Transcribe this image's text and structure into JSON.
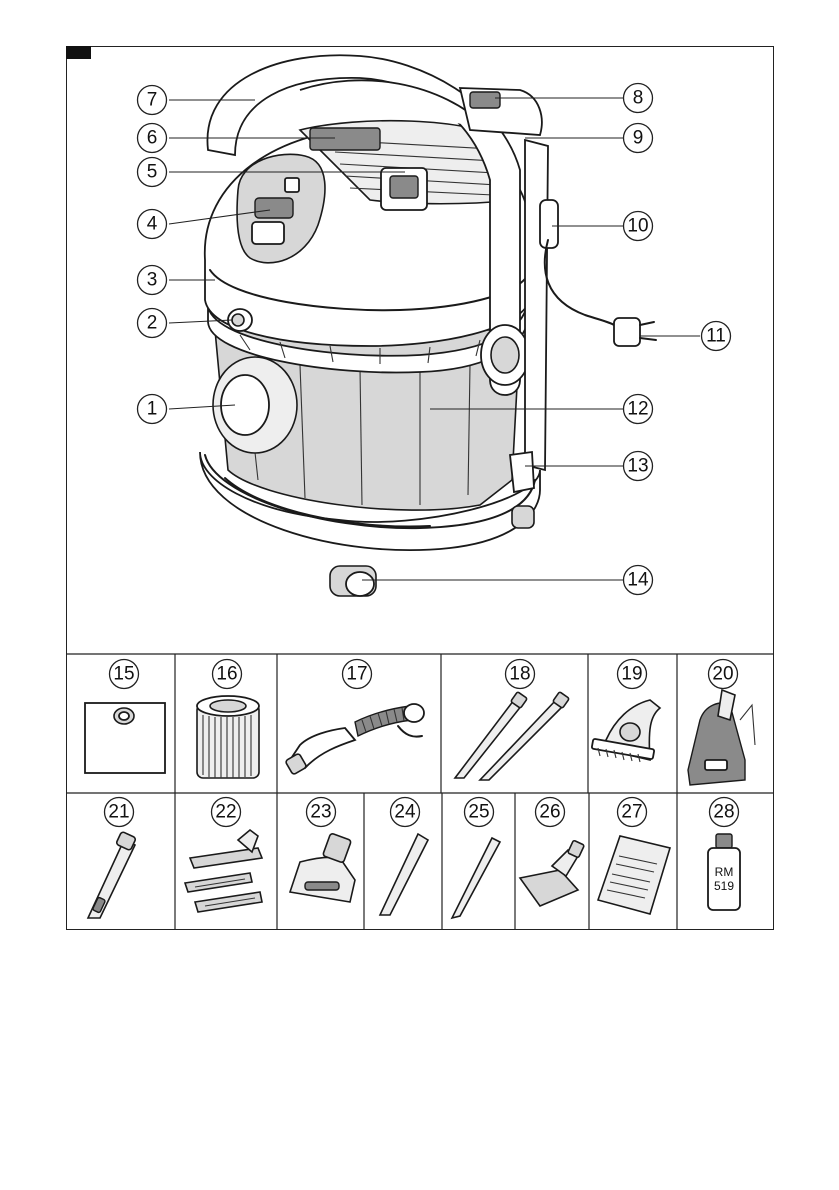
{
  "main_callouts": [
    {
      "n": "1"
    },
    {
      "n": "2"
    },
    {
      "n": "3"
    },
    {
      "n": "4"
    },
    {
      "n": "5"
    },
    {
      "n": "6"
    },
    {
      "n": "7"
    },
    {
      "n": "8"
    },
    {
      "n": "9"
    },
    {
      "n": "10"
    },
    {
      "n": "11"
    },
    {
      "n": "12"
    },
    {
      "n": "13"
    },
    {
      "n": "14"
    }
  ],
  "accessories": [
    {
      "n": "15",
      "icon": "filter-bag-icon"
    },
    {
      "n": "16",
      "icon": "cartridge-filter-icon"
    },
    {
      "n": "17",
      "icon": "spray-suction-hose-icon"
    },
    {
      "n": "18",
      "icon": "suction-tubes-icon"
    },
    {
      "n": "19",
      "icon": "upholstery-spray-nozzle-icon"
    },
    {
      "n": "20",
      "icon": "floor-spray-nozzle-icon"
    },
    {
      "n": "21",
      "icon": "adapter-icon"
    },
    {
      "n": "22",
      "icon": "floor-nozzle-inserts-icon"
    },
    {
      "n": "23",
      "icon": "upholstery-nozzle-icon"
    },
    {
      "n": "24",
      "icon": "crevice-nozzle-icon"
    },
    {
      "n": "25",
      "icon": "narrow-crevice-nozzle-icon"
    },
    {
      "n": "26",
      "icon": "hard-floor-nozzle-icon"
    },
    {
      "n": "27",
      "icon": "manual-booklet-icon"
    },
    {
      "n": "28",
      "icon": "detergent-bottle-icon"
    }
  ],
  "bottle_label": {
    "line1": "RM",
    "line2": "519"
  }
}
